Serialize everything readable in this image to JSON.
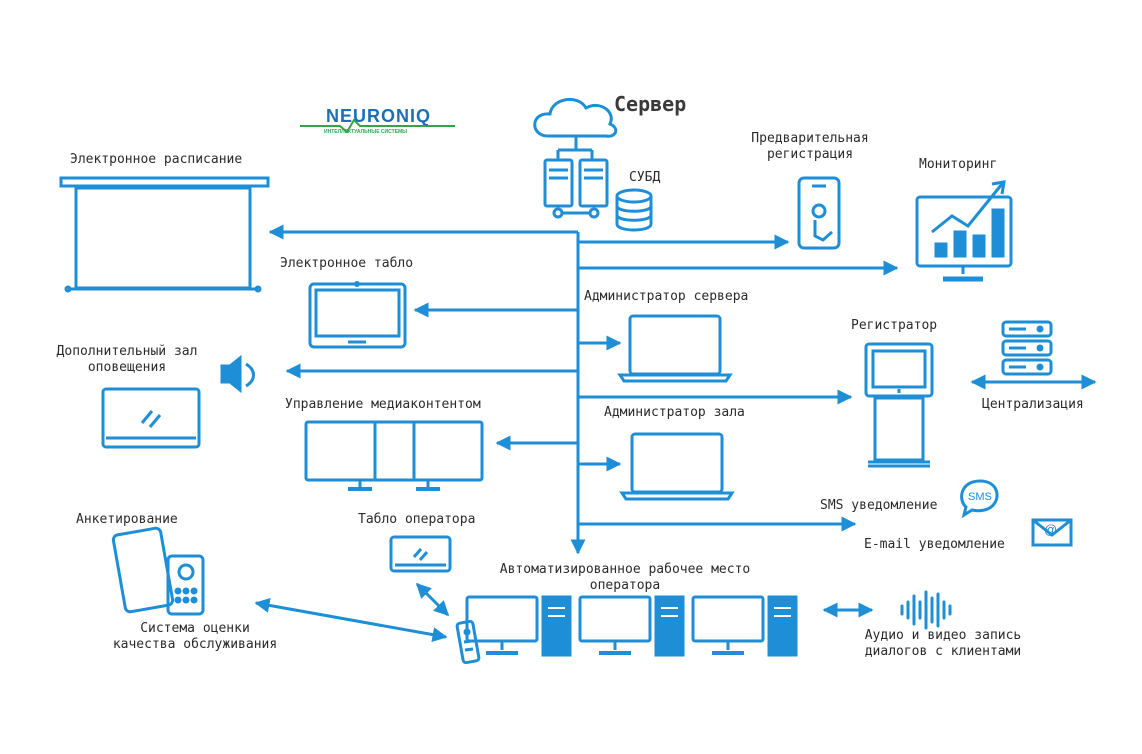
{
  "logo": {
    "text": "NEURONIQ",
    "subtitle": "ИНТЕЛЛЕКТУАЛЬНЫЕ СИСТЕМЫ"
  },
  "labels": {
    "server": "Сервер",
    "dbms": "СУБД",
    "pre_registration_1": "Предварительная",
    "pre_registration_2": "регистрация",
    "monitoring": "Мониторинг",
    "schedule": "Электронное расписание",
    "e_board": "Электронное табло",
    "server_admin": "Администратор сервера",
    "registrar": "Регистратор",
    "extra_hall_1": "Дополнительный зал",
    "extra_hall_2": "оповещения",
    "centralization": "Централизация",
    "media_control": "Управление медиаконтентом",
    "hall_admin": "Администратор зала",
    "sms": "SMS уведомление",
    "email": "E-mail уведомление",
    "survey": "Анкетирование",
    "operator_board": "Табло оператора",
    "workplace_1": "Автоматизированное рабочее место",
    "workplace_2": "оператора",
    "quality_1": "Система оценки",
    "quality_2": "качества обслуживания",
    "recording_1": "Аудио и видео запись",
    "recording_2": "диалогов с клиентами",
    "sms_icon": "SMS"
  },
  "colors": {
    "primary": "#1e8ed6",
    "text": "#2b2b2b",
    "logo_blue": "#1a6fb5",
    "logo_green": "#2aa84a"
  },
  "icons": [
    "cloud-icon",
    "server-icon",
    "database-icon",
    "smartphone-icon",
    "monitoring-chart-icon",
    "projector-screen-icon",
    "tablet-icon",
    "laptop-icon",
    "kiosk-icon",
    "speaker-icon",
    "server-rack-icon",
    "triple-monitor-icon",
    "sms-bubble-icon",
    "email-icon",
    "survey-phones-icon",
    "small-display-icon",
    "workstation-icon",
    "remote-icon",
    "soundwave-icon"
  ]
}
